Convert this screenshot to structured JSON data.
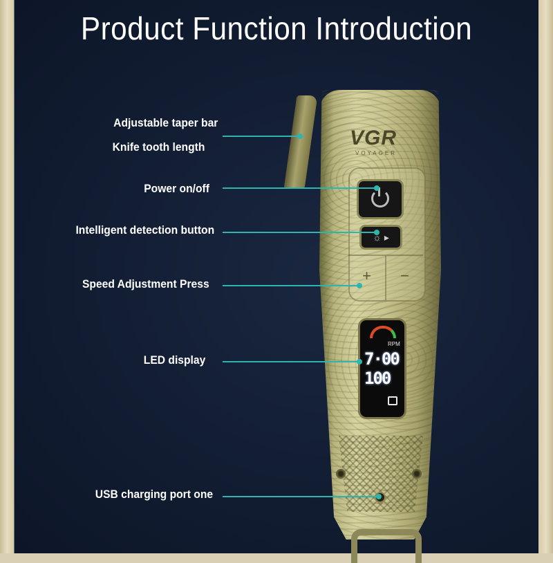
{
  "title": "Product Function Introduction",
  "labels": [
    {
      "id": "taper",
      "text": "Adjustable taper bar"
    },
    {
      "id": "knife",
      "text": "Knife tooth length"
    },
    {
      "id": "power",
      "text": "Power on/off"
    },
    {
      "id": "detect",
      "text": "Intelligent detection button"
    },
    {
      "id": "speed",
      "text": "Speed Adjustment Press"
    },
    {
      "id": "led",
      "text": "LED display"
    },
    {
      "id": "usb",
      "text": "USB charging port one"
    }
  ],
  "device": {
    "brand": "VGR",
    "brand_sub": "VOYAGER",
    "speed_plus": "+",
    "speed_minus": "−",
    "detect_symbol": "☼ ▸",
    "led_unit": "RPM",
    "led_top_value": "7·00",
    "led_bottom_value": "100"
  },
  "colors": {
    "background": "#111c31",
    "leader_line": "#2fb5b0",
    "title_text": "#ffffff",
    "body_gold": "#c8c38e"
  },
  "icons": {
    "power": "power-icon",
    "detect": "gear-icon",
    "lock": "lock-icon"
  }
}
